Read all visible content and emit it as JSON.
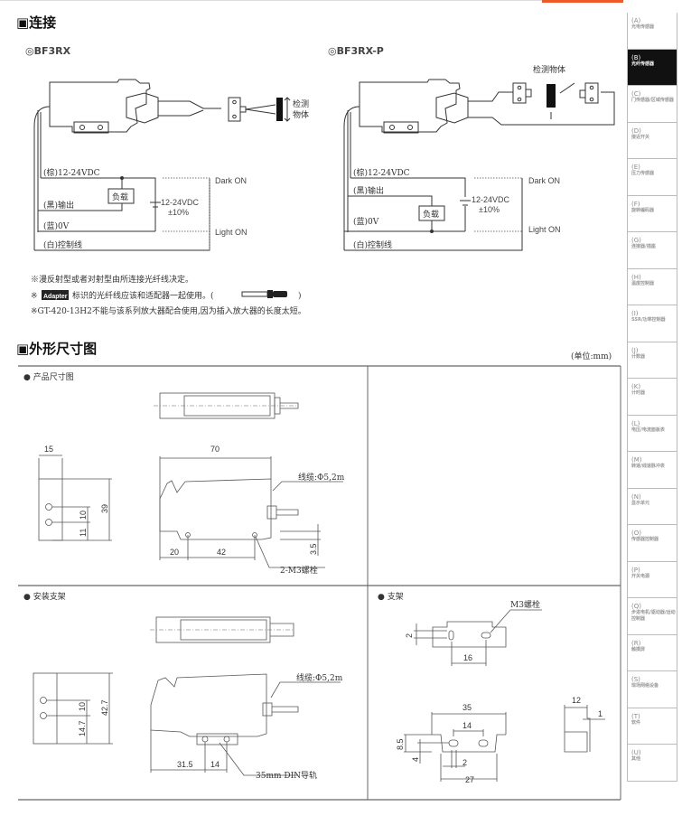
{
  "accent_color": "#f05a28",
  "sidebar": {
    "items": [
      {
        "code": "(A)",
        "name": "光电传感器"
      },
      {
        "code": "(B)",
        "name": "光纤传感器",
        "active": true
      },
      {
        "code": "(C)",
        "name": "门传感器/区域传感器"
      },
      {
        "code": "(D)",
        "name": "接近开关"
      },
      {
        "code": "(E)",
        "name": "压力传感器"
      },
      {
        "code": "(F)",
        "name": "旋转编码器"
      },
      {
        "code": "(G)",
        "name": "连接器/插座"
      },
      {
        "code": "(H)",
        "name": "温度控制器"
      },
      {
        "code": "(I)",
        "name": "SSR/功率控制器"
      },
      {
        "code": "(J)",
        "name": "计数器"
      },
      {
        "code": "(K)",
        "name": "计时器"
      },
      {
        "code": "(L)",
        "name": "电压/电流面板表"
      },
      {
        "code": "(M)",
        "name": "转速/线速脉冲表"
      },
      {
        "code": "(N)",
        "name": "显示单元"
      },
      {
        "code": "(O)",
        "name": "传感器控制器"
      },
      {
        "code": "(P)",
        "name": "开关电源"
      },
      {
        "code": "(Q)",
        "name": "步进电机/驱动器/运动控制器"
      },
      {
        "code": "(R)",
        "name": "触摸屏"
      },
      {
        "code": "(S)",
        "name": "现场网络设备"
      },
      {
        "code": "(T)",
        "name": "软件"
      },
      {
        "code": "(U)",
        "name": "其他"
      }
    ]
  },
  "connection": {
    "title": "▣连接",
    "models": [
      {
        "name": "◎BF3RX",
        "target": [
          "检测",
          "物体"
        ],
        "wires": [
          "(棕)12-24VDC",
          "(黑)输出",
          "(蓝)0V",
          "(白)控制线"
        ],
        "load": "负载",
        "supply": [
          "12-24VDC",
          "±10%"
        ],
        "dark_on": "Dark ON",
        "light_on": "Light ON"
      },
      {
        "name": "◎BF3RX-P",
        "target": [
          "检测物体"
        ],
        "wires": [
          "(棕)12-24VDC",
          "(黑)输出",
          "(蓝)0V",
          "(白)控制线"
        ],
        "load": "负载",
        "supply": [
          "12-24VDC",
          "±10%"
        ],
        "dark_on": "Dark ON",
        "light_on": "Light ON"
      }
    ],
    "notes": [
      "※漫反射型或者对射型由所连接光纤线决定。",
      "※",
      "标识的光纤线应该和适配器一起使用。(",
      ")",
      "※GT-420-13H2不能与该系列放大器配合使用,因为插入放大器的长度太短。"
    ],
    "adapter_badge": "Adapter"
  },
  "dimensions": {
    "title": "▣外形尺寸图",
    "unit": "(单位:mm)",
    "product": {
      "label": "● 产品尺寸图",
      "dims": [
        "15",
        "70",
        "39",
        "10",
        "11",
        "20",
        "42",
        "3.5"
      ],
      "cable": "线缆:Φ5,2m",
      "bolt": "2-M3螺栓"
    },
    "mount": {
      "label": "● 安装支架",
      "dims": [
        "42.7",
        "10",
        "14.7",
        "31.5",
        "14"
      ],
      "cable": "线缆:Φ5,2m",
      "rail": "35mm DIN导轨"
    },
    "bracket": {
      "label": "● 支架",
      "bolt": "M3螺栓",
      "dims": [
        "2",
        "16",
        "35",
        "14",
        "8.5",
        "4",
        "2",
        "27",
        "12",
        "1"
      ]
    }
  }
}
